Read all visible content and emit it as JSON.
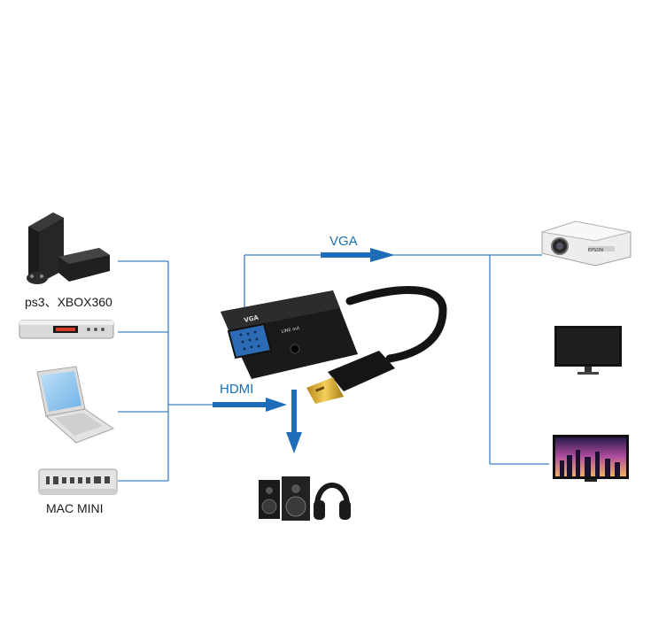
{
  "sources": [
    {
      "id": "console",
      "label": "ps3、XBOX360",
      "icon": "game-console-icon"
    },
    {
      "id": "settop",
      "label": "",
      "icon": "set-top-box-icon"
    },
    {
      "id": "laptop",
      "label": "",
      "icon": "laptop-icon"
    },
    {
      "id": "macmini",
      "label": "MAC MINI",
      "icon": "mac-mini-icon"
    }
  ],
  "flows": {
    "hdmi_label": "HDMI",
    "vga_label": "VGA"
  },
  "adapter": {
    "icon": "hdmi-to-vga-adapter-icon",
    "vga_port_text": "VGA",
    "audio_port_text": "LINE out"
  },
  "audio_outputs": [
    {
      "id": "speakers",
      "icon": "speaker-icon"
    },
    {
      "id": "headphones",
      "icon": "headphones-icon"
    }
  ],
  "displays": [
    {
      "id": "projector",
      "icon": "projector-icon",
      "brand": "EPSON"
    },
    {
      "id": "monitor",
      "icon": "monitor-icon"
    },
    {
      "id": "tv",
      "icon": "tv-icon"
    }
  ],
  "colors": {
    "line": "#3d7fc2",
    "arrow": "#1f6db8",
    "device_dark": "#1c1c1c",
    "text": "#1a1a1a"
  }
}
